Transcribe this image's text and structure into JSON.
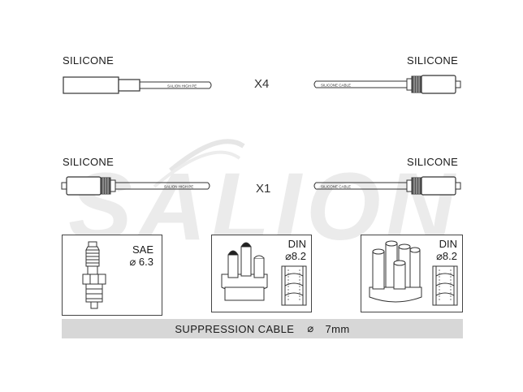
{
  "wire_rows": [
    {
      "left_label": "SILICONE",
      "right_label": "SILICONE",
      "multiplier": "X4",
      "left_print": "SALION HIGH PE",
      "right_print": "SILICONE CABLE"
    },
    {
      "left_label": "SILICONE",
      "right_label": "SILICONE",
      "multiplier": "X1",
      "left_print": "SALION HIGH PE",
      "right_print": "SILICONE CABLE"
    }
  ],
  "terminal_boxes": [
    {
      "label_line1": "SAE",
      "label_line2": "⌀ 6.3"
    },
    {
      "label_line1": "DIN",
      "label_line2": "⌀8.2"
    },
    {
      "label_line1": "DIN",
      "label_line2": "⌀8.2"
    }
  ],
  "footer": {
    "text": "SUPPRESSION CABLE",
    "diameter_symbol": "⌀",
    "diameter_value": "7mm"
  },
  "watermark": {
    "text": "SALION"
  },
  "colors": {
    "line": "#333333",
    "bar": "#d7d7d7",
    "watermark": "#e8e8e8"
  }
}
